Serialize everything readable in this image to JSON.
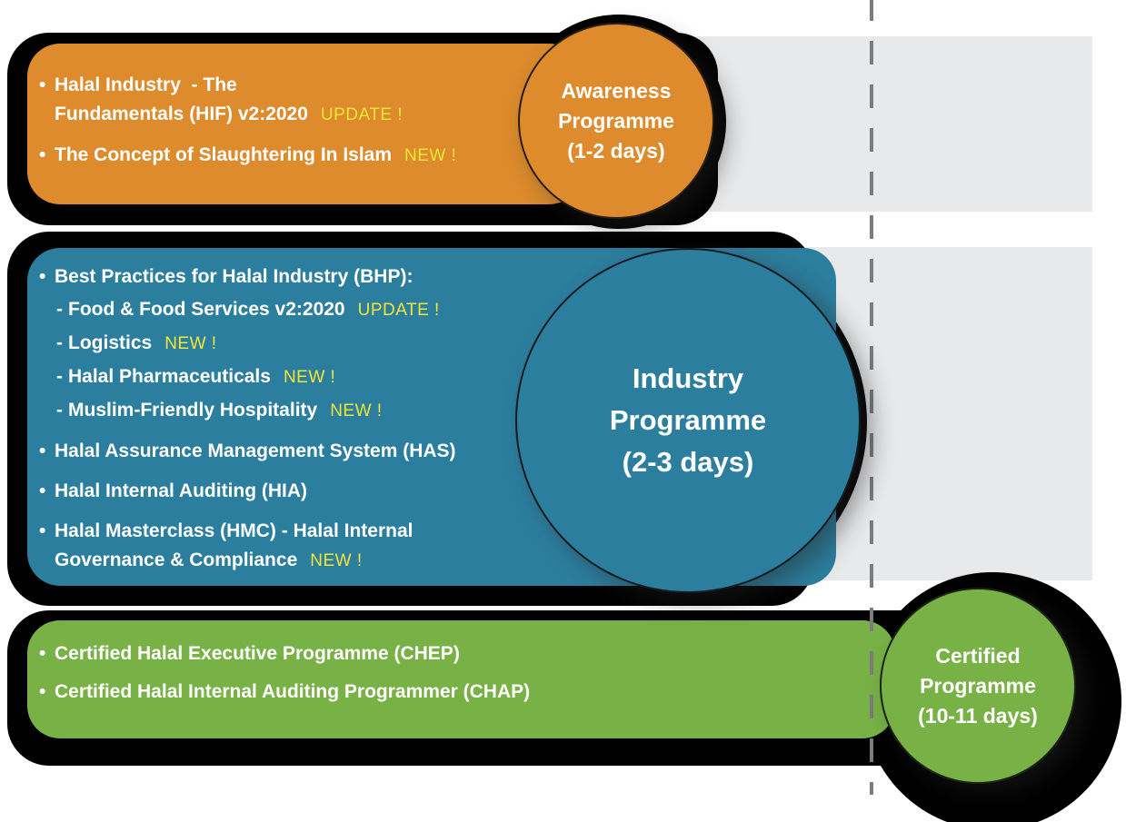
{
  "glyphs": {
    "bullet": "•",
    "dash": "-"
  },
  "colors": {
    "orange": "#DD8B2C",
    "blue": "#2C7E9E",
    "green": "#78B246",
    "badge_yellow": "#F2E637",
    "band_gray": "#E8E9EB",
    "dash_gray": "#7A7C80",
    "shadow_black": "#000000",
    "text_white": "#FFFFFF"
  },
  "rows": [
    {
      "title": "Awareness Programme",
      "circle": {
        "line1": "Awareness",
        "line2": "Programme",
        "line3": "(1-2 days)"
      },
      "items": [
        {
          "line1": "Halal Industry  - The",
          "line2": "Fundamentals (HIF) v2:2020",
          "badge": "UPDATE !"
        },
        {
          "line1": "The Concept of Slaughtering In Islam",
          "badge": "NEW !"
        }
      ]
    },
    {
      "title": "Industry Programme",
      "circle": {
        "line1": "Industry",
        "line2": "Programme",
        "line3": "(2-3 days)"
      },
      "items": [
        {
          "line1": "Best Practices for Halal Industry (BHP):"
        },
        {
          "line1": "Food & Food Services v2:2020",
          "badge": "UPDATE !"
        },
        {
          "line1": "Logistics",
          "badge": "NEW !"
        },
        {
          "line1": "Halal Pharmaceuticals",
          "badge": "NEW !"
        },
        {
          "line1": "Muslim-Friendly Hospitality",
          "badge": "NEW !"
        },
        {
          "line1": "Halal Assurance Management System (HAS)"
        },
        {
          "line1": "Halal Internal Auditing (HIA)"
        },
        {
          "line1": "Halal Masterclass (HMC) - Halal Internal",
          "line2": "Governance & Compliance",
          "badge": "NEW !"
        }
      ]
    },
    {
      "title": "Certified Programme",
      "circle": {
        "line1": "Certified",
        "line2": "Programme",
        "line3": "(10-11 days)"
      },
      "items": [
        {
          "line1": "Certified Halal Executive Programme (CHEP)"
        },
        {
          "line1": "Certified Halal Internal Auditing Programmer (CHAP)"
        }
      ]
    }
  ]
}
